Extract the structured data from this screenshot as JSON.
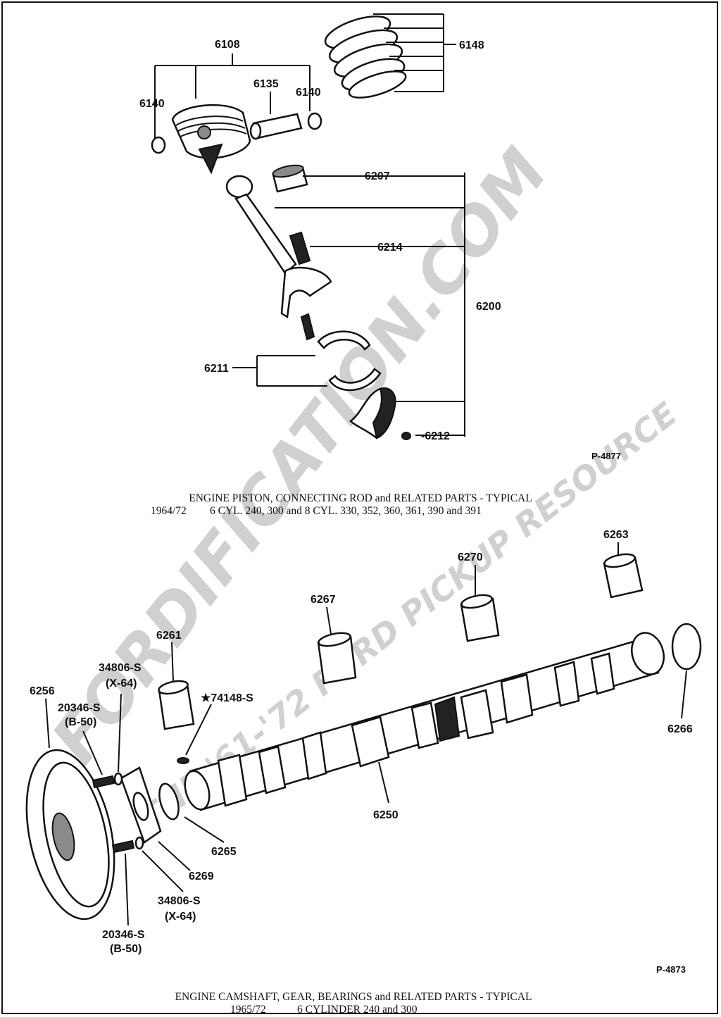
{
  "watermark": {
    "main": "FORDIFICATION.COM",
    "sub": "THE '61-'72 FORD PICKUP RESOURCE"
  },
  "top_figure": {
    "ref": "P-4877",
    "caption_line1": "ENGINE PISTON, CONNECTING ROD and RELATED PARTS - TYPICAL",
    "caption_line2_year": "1964/72",
    "caption_line2_rest": "6 CYL. 240, 300 and 8 CYL. 330, 352, 360, 361, 390 and 391",
    "labels": {
      "p6108": "6108",
      "p6148": "6148",
      "p6135": "6135",
      "p6140a": "6140",
      "p6140b": "6140",
      "p6207": "6207",
      "p6214": "6214",
      "p6200": "6200",
      "p6211": "6211",
      "p6212": "-6212"
    }
  },
  "bottom_figure": {
    "ref": "P-4873",
    "caption_line1": "ENGINE CAMSHAFT, GEAR, BEARINGS and RELATED PARTS - TYPICAL",
    "caption_line2_year": "1965/72",
    "caption_line2_rest": "6 CYLINDER 240 and 300",
    "labels": {
      "p6263": "6263",
      "p6270": "6270",
      "p6267": "6267",
      "p6261": "6261",
      "p6256": "6256",
      "p34806a": "34806-S",
      "p34806a_sub": "(X-64)",
      "p20346a": "20346-S",
      "p20346a_sub": "(B-50)",
      "p74148": "★74148-S",
      "p6266": "6266",
      "p6250": "6250",
      "p6265": "6265",
      "p6269": "6269",
      "p34806b": "34806-S",
      "p34806b_sub": "(X-64)",
      "p20346b": "20346-S",
      "p20346b_sub": "(B-50)"
    }
  }
}
